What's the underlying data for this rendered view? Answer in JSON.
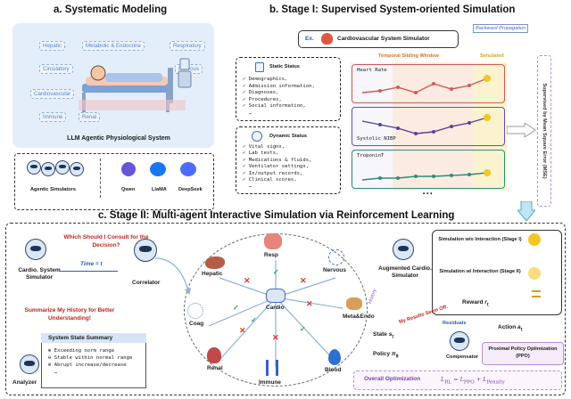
{
  "section_a": {
    "title": "a. Systematic Modeling",
    "systems": [
      "Hepatic",
      "Metabolic & Endocrine",
      "Respiratory",
      "Circulatory",
      "Nervous",
      "Cardiovascular",
      "Immune",
      "Renal"
    ],
    "caption": "LLM Agentic Physiological System",
    "agents_label": "Agentic Simulators",
    "models": [
      "Qwen",
      "LlaMA",
      "DeepSeek"
    ]
  },
  "section_b": {
    "title": "b. Stage I: Supervised System-oriented Simulation",
    "ex_label": "Ex.",
    "simulator": "Cardiovascular System Simulator",
    "backward": "Backward Propagation",
    "window": "Temporal Sliding Window",
    "simulated": "Simulated",
    "static_title": "Static Status",
    "static_items": [
      "Demographics,",
      "Admission information,",
      "Diagnoses,",
      "Procedures,",
      "Social information,",
      "…"
    ],
    "dynamic_title": "Dynamic Status",
    "dynamic_items": [
      "Vital signs,",
      "Lab tests,",
      "Medications & fluids,",
      "Ventilator settings,",
      "In/output records,",
      "Clinical scores,",
      "…"
    ],
    "signals": [
      "Heart Rate",
      "Systolic NIBP",
      "TroponinT"
    ],
    "ellipsis": "• • •",
    "supervised": "Supervised by Mean Square Error (MSE)"
  },
  "section_c": {
    "title": "c. Stage II: Multi-agent Interactive Simulation via Reinforcement Learning",
    "question": "Which Should I Consult for the Decision?",
    "time": "Time = t",
    "simulator_label": "Cardio. System Simulator",
    "correlator": "Correlator",
    "summarize": "Summarize My History for Better Understanding!",
    "summary_title": "System State Summary",
    "summary_items": [
      "Exceeding norm range",
      "Stable within normal range",
      "Abrupt increase/decrease",
      "…"
    ],
    "analyzer": "Analyzer",
    "organs": [
      "Resp",
      "Hepatic",
      "Nervous",
      "Coag",
      "Cardio",
      "Meta&Endo",
      "Renal",
      "Blood",
      "Immune"
    ],
    "history": "History",
    "augmented": "Augmented Cardio. Simulator",
    "sim_wo": "Simulation w/o Interaction (Stage I)",
    "sim_w": "Simulation w/ Interaction (Stage II)",
    "residuals": "Residuals",
    "results_off": "My Results Seem Off.",
    "compensator": "Compensator",
    "reward": "Reward",
    "reward_sym": "r",
    "reward_sub": "t",
    "action": "Action",
    "action_sym": "a",
    "action_sub": "t",
    "state": "State",
    "state_sym": "s",
    "state_sub": "t",
    "policy": "Policy",
    "policy_sym": "π",
    "policy_sub": "θ",
    "ppo": "Proximal Policy Optimization (PPO)",
    "overall": "Overall Optimization",
    "loss": "L",
    "loss_sub": "RL",
    "eq": " = ",
    "loss_ppo": "L",
    "loss_ppo_sub": "PPO",
    "plus": " + ",
    "loss_pen": "L",
    "loss_pen_sub": "Penalty"
  }
}
